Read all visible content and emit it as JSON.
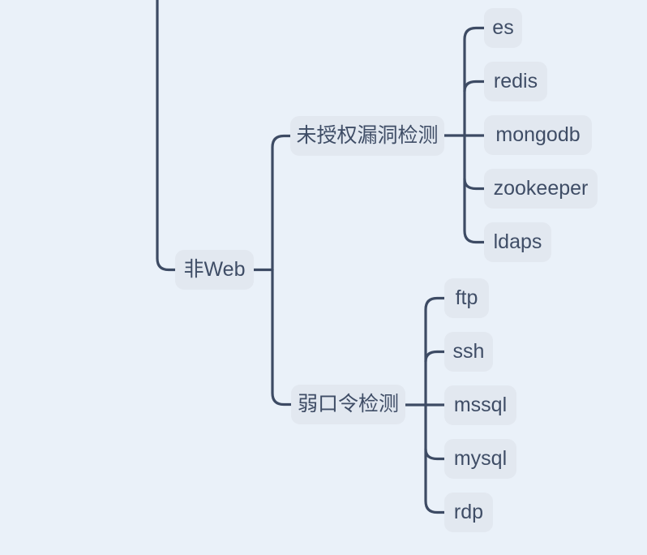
{
  "colors": {
    "canvas_bg": "#eaf1f9",
    "node_bg": "#e2e8f0",
    "node_text": "#3f4d66",
    "connector": "#3d4b64"
  },
  "mindmap": {
    "branch": {
      "label": "非Web"
    },
    "sub_branches": [
      {
        "label": "未授权漏洞检测",
        "children": [
          {
            "label": "es"
          },
          {
            "label": "redis"
          },
          {
            "label": "mongodb"
          },
          {
            "label": "zookeeper"
          },
          {
            "label": "ldaps"
          }
        ]
      },
      {
        "label": "弱口令检测",
        "children": [
          {
            "label": "ftp"
          },
          {
            "label": "ssh"
          },
          {
            "label": "mssql"
          },
          {
            "label": "mysql"
          },
          {
            "label": "rdp"
          }
        ]
      }
    ]
  }
}
